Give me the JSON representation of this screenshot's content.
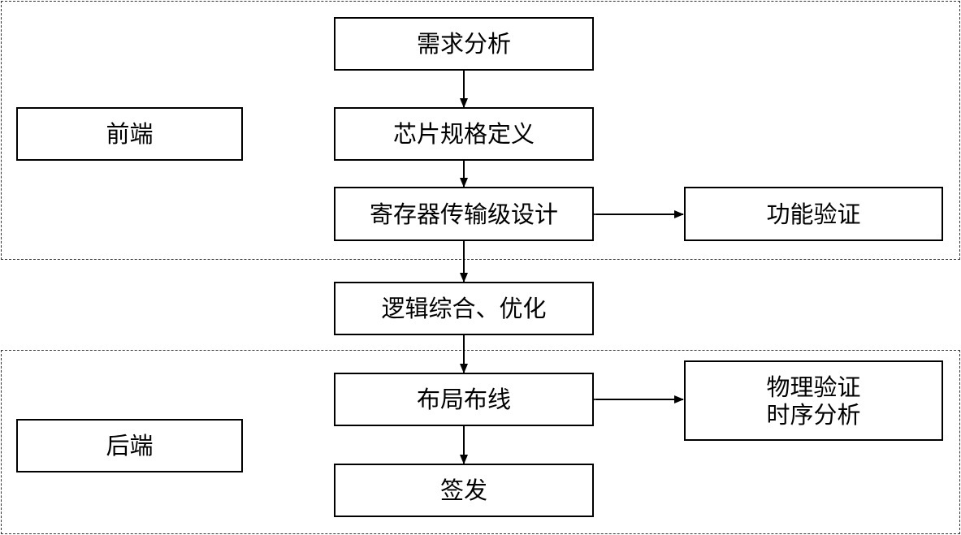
{
  "zones": {
    "frontend": {
      "label": "前端"
    },
    "backend": {
      "label": "后端"
    }
  },
  "steps": {
    "requirements": "需求分析",
    "spec": "芯片规格定义",
    "rtl": "寄存器传输级设计",
    "synthesis": "逻辑综合、优化",
    "pnr": "布局布线",
    "signoff": "签发"
  },
  "verification": {
    "functional": "功能验证",
    "physical_line1": "物理验证",
    "physical_line2": "时序分析"
  }
}
